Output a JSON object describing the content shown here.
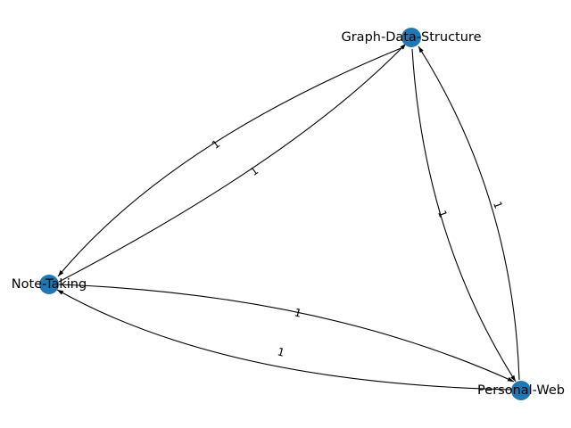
{
  "graph": {
    "nodes": [
      {
        "id": "graph-data-structure",
        "label": "Graph-Data-Structure"
      },
      {
        "id": "note-taking",
        "label": "Note-Taking"
      },
      {
        "id": "personal-web",
        "label": "Personal-Web"
      }
    ],
    "edges": [
      {
        "source": "graph-data-structure",
        "target": "note-taking",
        "label": "1"
      },
      {
        "source": "note-taking",
        "target": "graph-data-structure",
        "label": "1"
      },
      {
        "source": "graph-data-structure",
        "target": "personal-web",
        "label": "1"
      },
      {
        "source": "personal-web",
        "target": "graph-data-structure",
        "label": "1"
      },
      {
        "source": "note-taking",
        "target": "personal-web",
        "label": "1"
      },
      {
        "source": "personal-web",
        "target": "note-taking",
        "label": "1"
      }
    ],
    "colors": {
      "node_fill": "#1f77b4",
      "edge_stroke": "#000000",
      "label_text": "#000000"
    }
  }
}
